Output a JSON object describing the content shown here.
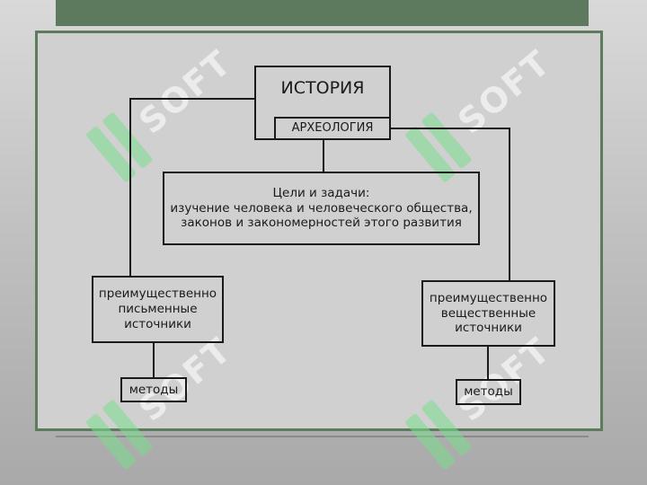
{
  "diagram": {
    "history": "ИСТОРИЯ",
    "archaeology": "АРХЕОЛОГИЯ",
    "goals": "Цели и задачи:\nизучение человека и человеческого общества,\nзаконов и закономерностей этого развития",
    "written_sources": "преимущественно\nписьменные\nисточники",
    "material_sources": "преимущественно\nвещественные\nисточники",
    "methods_left": "методы",
    "methods_right": "методы"
  },
  "watermark": {
    "text": "SOFT"
  },
  "colors": {
    "frame": "#5c7c5c",
    "band": "#5e7a5e",
    "slide_bg": "#d0d0d0",
    "line": "#1a1a1a"
  }
}
